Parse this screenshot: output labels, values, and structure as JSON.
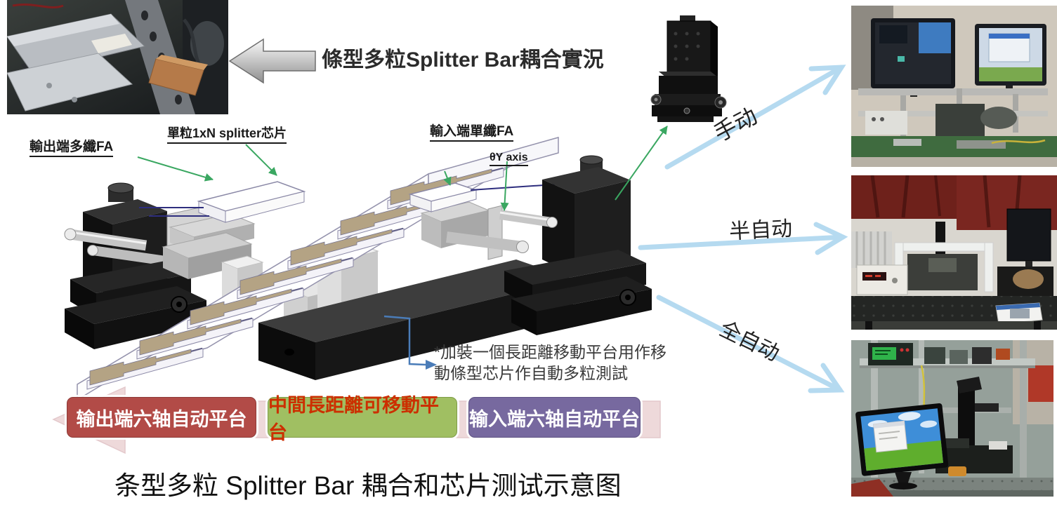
{
  "header": {
    "callout_label": "條型多粒Splitter Bar耦合實況"
  },
  "diagram": {
    "labels": {
      "output_fa": "輸出端多纖FA",
      "splitter_chip": "單粒1xN splitter芯片",
      "input_fa": "輸入端單纖FA",
      "theta_y": "θY axis"
    },
    "note": {
      "line1": "*加裝一個長距離移動平台用作移",
      "line2": "動條型芯片作自動多粒測試"
    }
  },
  "banner": {
    "items": [
      {
        "label": "输出端六轴自动平台",
        "bg": "#b24b47",
        "fg": "#ffffff"
      },
      {
        "label": "中間長距離可移動平台",
        "bg": "#a0bf62",
        "fg": "#cc2f00"
      },
      {
        "label": "输入端六轴自动平台",
        "bg": "#77699f",
        "fg": "#ffffff"
      }
    ],
    "arrow_color": "#eed9da"
  },
  "modes": {
    "manual": "手动",
    "semi_auto": "半自动",
    "full_auto": "全自动"
  },
  "caption": "条型多粒 Splitter Bar 耦合和芯片测试示意图",
  "colors": {
    "flow_arrow_blue": "#b5daf0",
    "pointer_green": "#3aa761",
    "bracket_blue": "#4a7cb8",
    "fiber_blue": "#2e2e7e",
    "chip_pattern": "#b4a384"
  }
}
